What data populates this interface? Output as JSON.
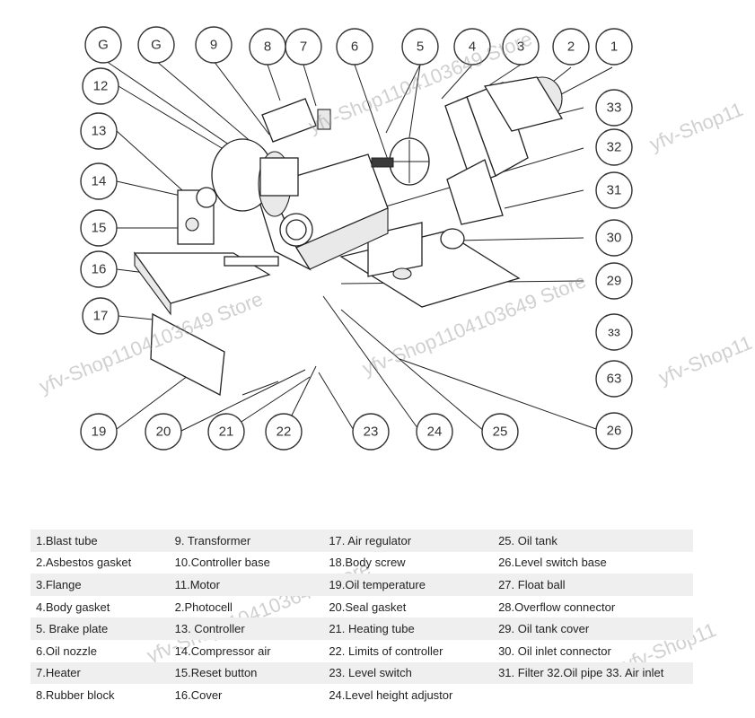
{
  "callouts": {
    "n1": "1",
    "n2": "2",
    "n3": "3",
    "n4": "4",
    "n5": "5",
    "n6": "6",
    "n7": "7",
    "n8": "8",
    "n9": "9",
    "n10": "G",
    "n11": "G",
    "n12": "12",
    "n13": "13",
    "n14": "14",
    "n15": "15",
    "n16": "16",
    "n17": "17",
    "n19": "19",
    "n20": "20",
    "n21": "21",
    "n22": "22",
    "n23": "23",
    "n24": "24",
    "n25": "25",
    "n26": "26",
    "n27": "ɜɜ",
    "n28": "63",
    "n29": "29",
    "n30": "30",
    "n31": "31",
    "n32": "32",
    "n33": "33"
  },
  "watermarks": {
    "w1": "yfv-Shop1104103649 Store",
    "w2": "yfv-Shop11",
    "w3": "yfv-Shop1104103649 Store",
    "w4": "yfv-Shop1104103649 Store",
    "w5": "yfv-Shop11",
    "w6": "yfv-Shop1104103649 Store",
    "w7": "yfv-Shop11"
  },
  "legend": [
    [
      "1.Blast tube",
      "9. Transformer",
      "17. Air regulator",
      "25. Oil tank"
    ],
    [
      "2.Asbestos gasket",
      "10.Controller base",
      "18.Body screw",
      "26.Level switch base"
    ],
    [
      "3.Flange",
      "11.Motor",
      "19.Oil temperature",
      "27. Float ball"
    ],
    [
      "4.Body gasket",
      "2.Photocell",
      "20.Seal gasket",
      "28.Overflow connector"
    ],
    [
      "5. Brake plate",
      "13. Controller",
      "21. Heating tube",
      "29. Oil tank cover"
    ],
    [
      "6.Oil nozzle",
      "14.Compressor air",
      "22. Limits of controller",
      "30. Oil inlet connector"
    ],
    [
      "7.Heater",
      "15.Reset button",
      "23. Level switch",
      "31. Filter 32.Oil pipe 33. Air inlet"
    ],
    [
      "8.Rubber block",
      "16.Cover",
      "24.Level height adjustor",
      ""
    ]
  ]
}
